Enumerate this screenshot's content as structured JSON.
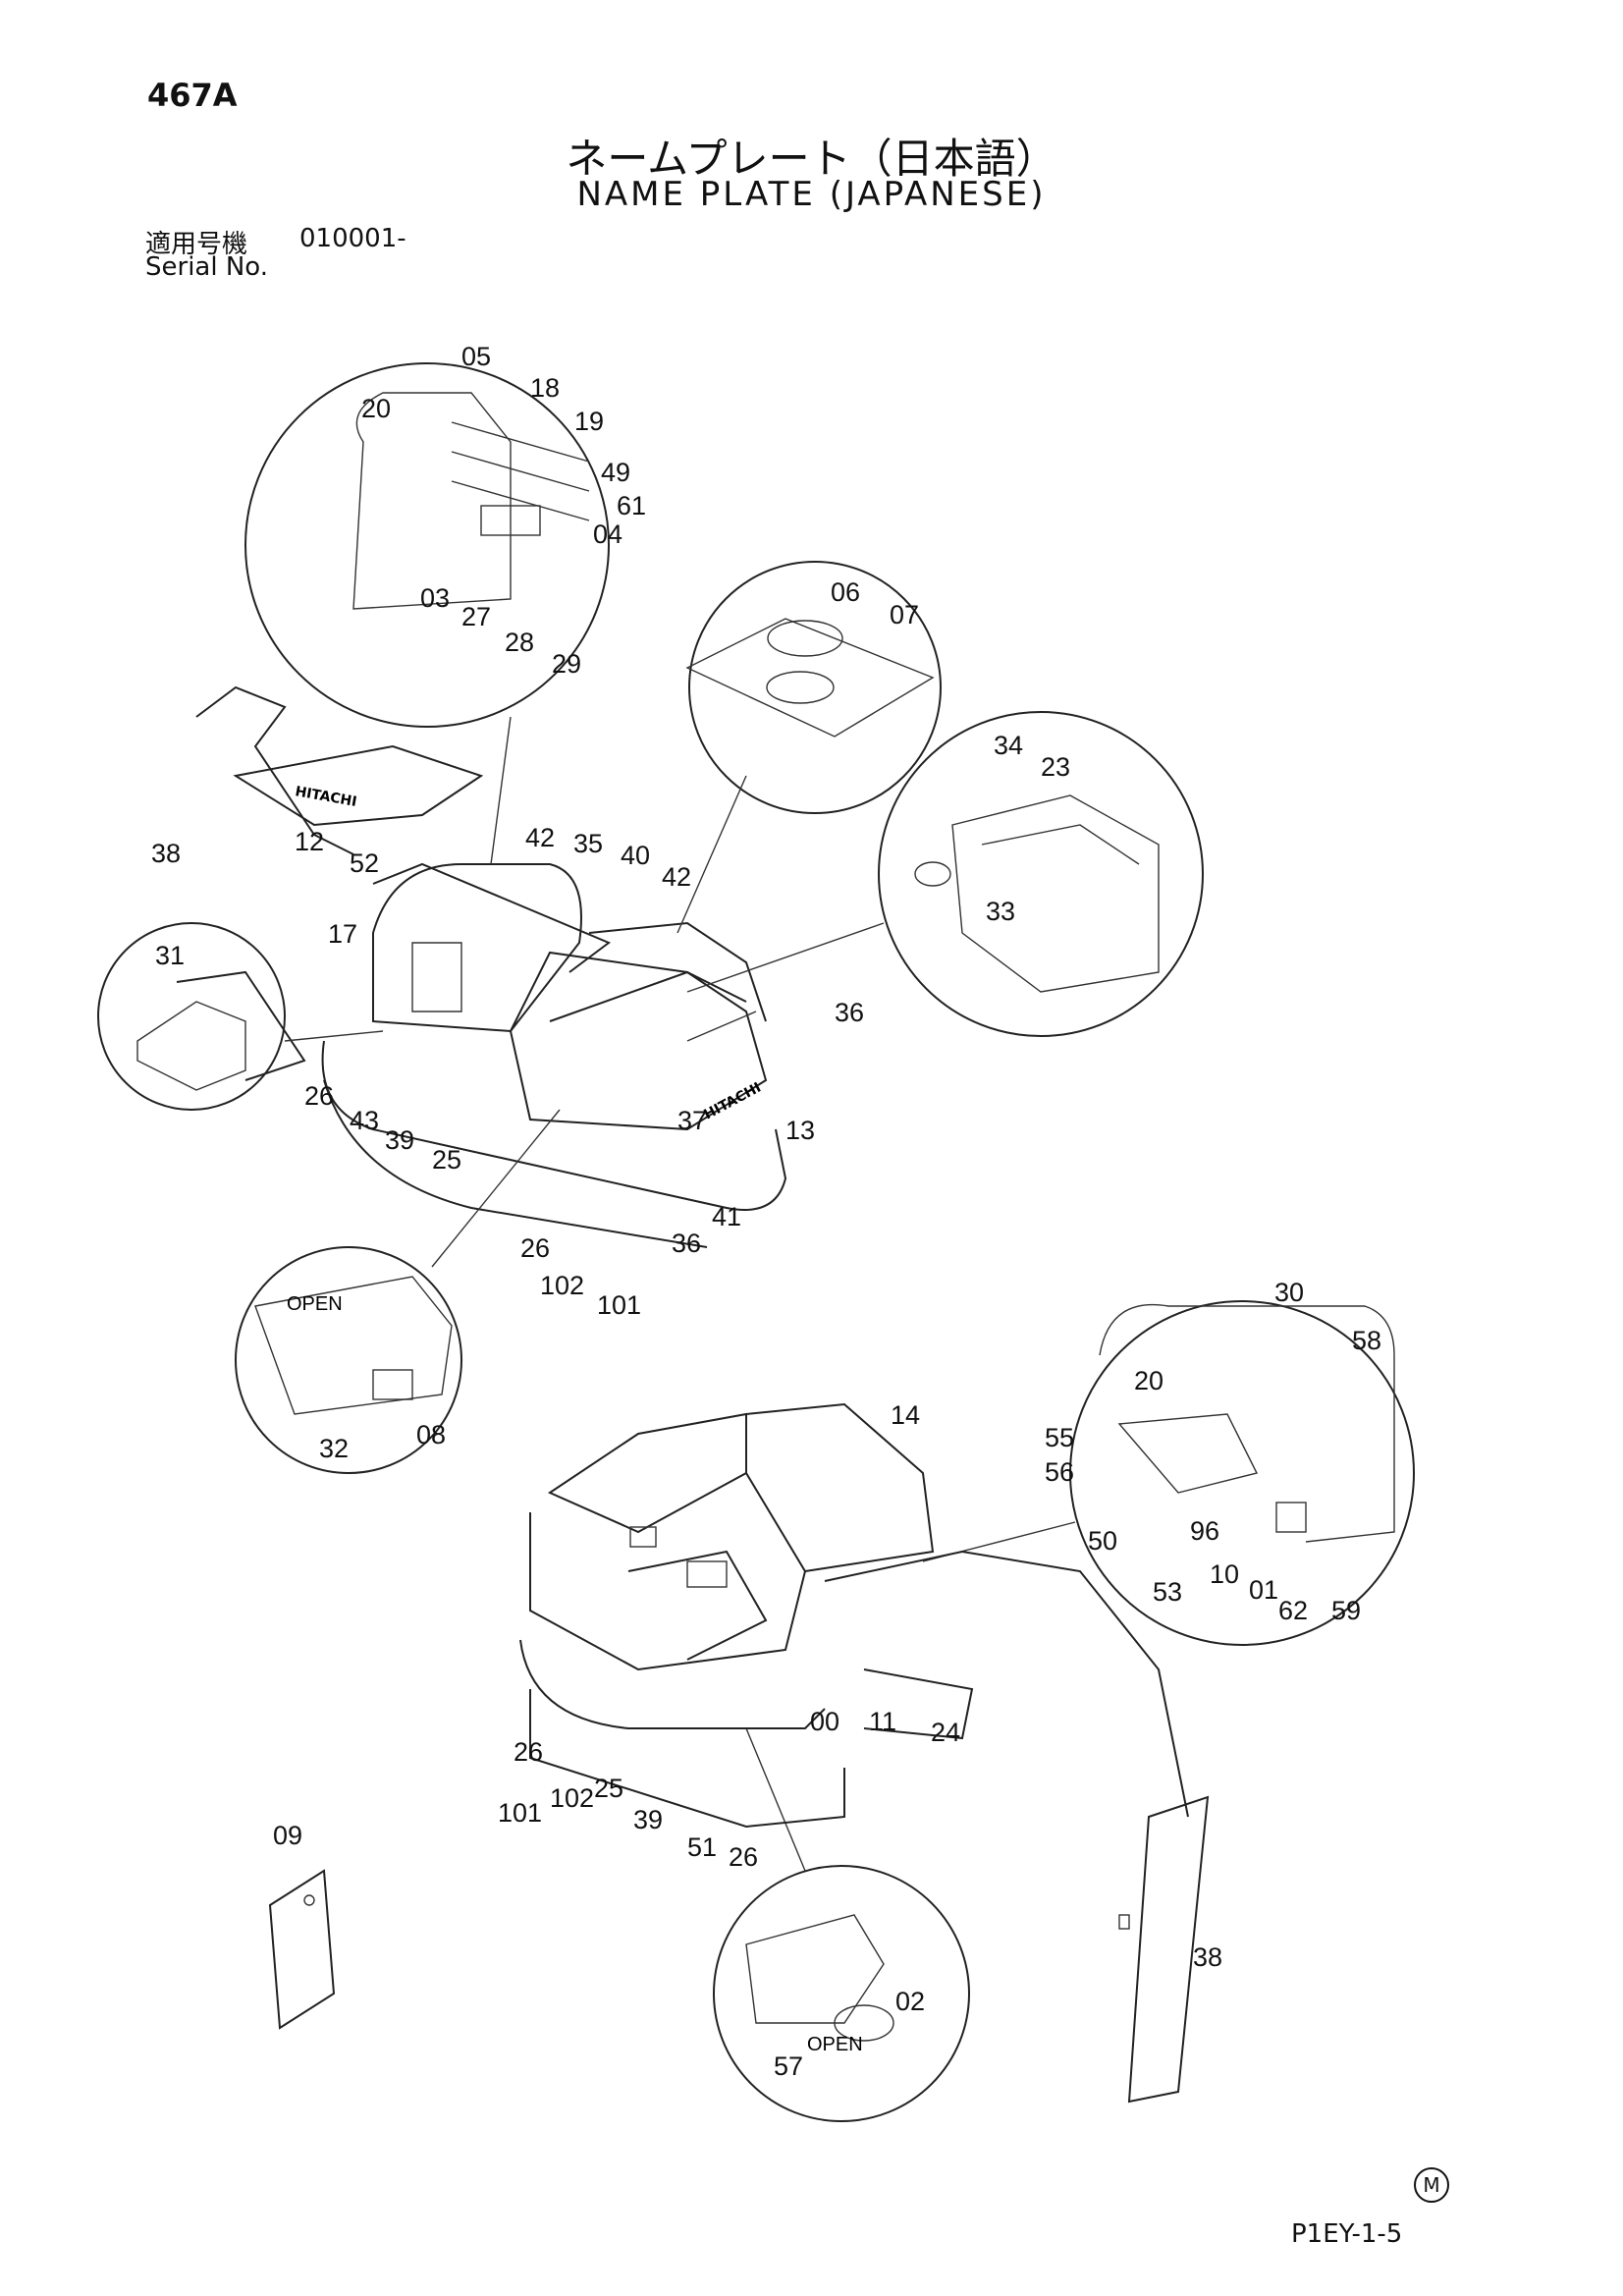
{
  "header": {
    "page_no": "467A",
    "title_jp": "ネームプレート（日本語）",
    "title_en": "NAME PLATE (JAPANESE)",
    "serial_label_jp": "適用号機",
    "serial_value": "010001-",
    "serial_label_en": "Serial No."
  },
  "footer": {
    "code": "P1EY-1-5",
    "mark": "M"
  },
  "labels": [
    "05",
    "20",
    "18",
    "19",
    "49",
    "61",
    "04",
    "03",
    "27",
    "28",
    "29",
    "06",
    "07",
    "34",
    "23",
    "33",
    "38",
    "12",
    "52",
    "42",
    "35",
    "40",
    "42",
    "17",
    "31",
    "36",
    "26",
    "43",
    "39",
    "25",
    "37",
    "13",
    "36",
    "41",
    "26",
    "102",
    "101",
    "32",
    "08",
    "30",
    "58",
    "20",
    "14",
    "55",
    "56",
    "50",
    "53",
    "96",
    "10",
    "01",
    "62",
    "59",
    "00",
    "11",
    "24",
    "26",
    "101",
    "102",
    "25",
    "39",
    "51",
    "26",
    "09",
    "02",
    "57",
    "38"
  ],
  "callout_texts": [
    "OPEN",
    "OPEN"
  ],
  "decal_texts": [
    "HITACHI",
    "HITACHI"
  ]
}
